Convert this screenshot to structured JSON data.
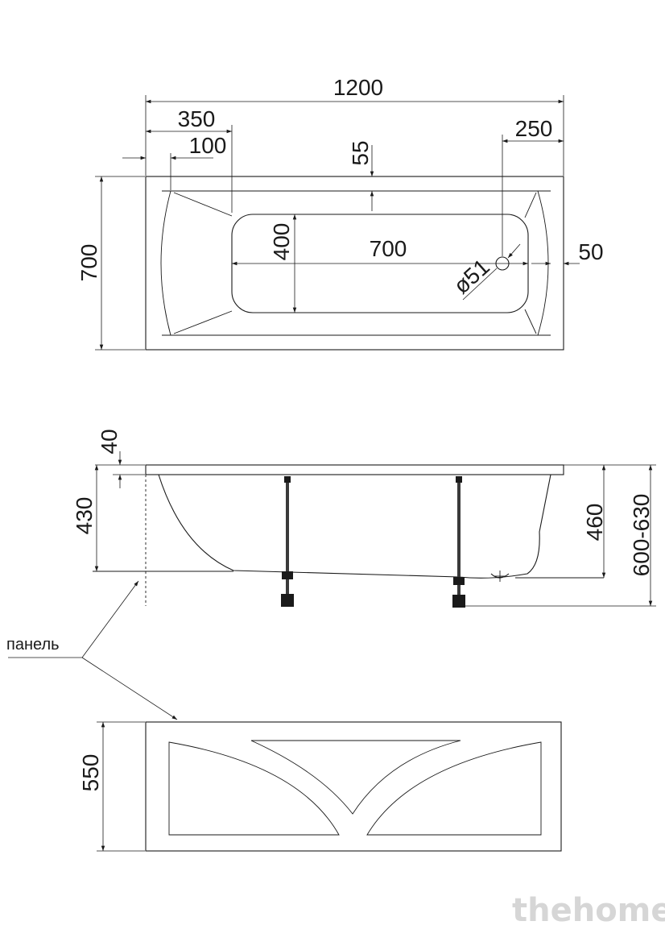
{
  "top_view": {
    "overall_length": "1200",
    "overall_width": "700",
    "left_offset": "350",
    "rim_left": "100",
    "drain_offset": "250",
    "rim_top": "55",
    "bottom_width": "400",
    "bottom_length": "700",
    "rim_right": "50",
    "drain_diameter": "ø51"
  },
  "side_view": {
    "rim_thickness": "40",
    "depth": "430",
    "inner_height": "460",
    "total_height": "600-630"
  },
  "panel_label": "панель",
  "front_panel": {
    "height": "550"
  },
  "watermark": "thehome"
}
